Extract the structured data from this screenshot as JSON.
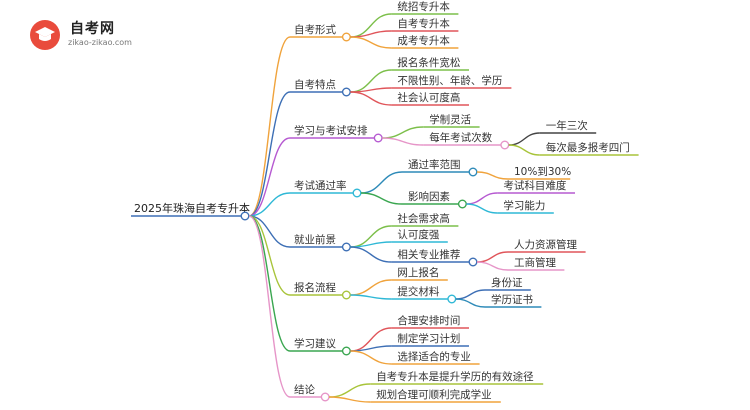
{
  "logo": {
    "name": "自考网",
    "domain": "zikao-zikao.com"
  },
  "root": "2025年珠海自考专升本",
  "branches": [
    {
      "label": "自考形式",
      "color": "#f0a33c",
      "children": [
        {
          "label": "统招专升本",
          "color": "#7cbf4a"
        },
        {
          "label": "自考专升本",
          "color": "#e0555a"
        },
        {
          "label": "成考专升本",
          "color": "#f0a33c"
        }
      ]
    },
    {
      "label": "自考特点",
      "color": "#3d6fb5",
      "children": [
        {
          "label": "报名条件宽松",
          "color": "#7cbf4a"
        },
        {
          "label": "不限性别、年龄、学历",
          "color": "#e0555a"
        },
        {
          "label": "社会认可度高",
          "color": "#e0555a"
        }
      ]
    },
    {
      "label": "学习与考试安排",
      "color": "#b65ad1",
      "children": [
        {
          "label": "学制灵活",
          "color": "#7cbf4a"
        },
        {
          "label": "每年考试次数",
          "color": "#e695c8",
          "children": [
            {
              "label": "一年三次",
              "color": "#444444"
            },
            {
              "label": "每次最多报考四门",
              "color": "#a8c43a"
            }
          ]
        }
      ]
    },
    {
      "label": "考试通过率",
      "color": "#2fb8d6",
      "children": [
        {
          "label": "通过率范围",
          "color": "#2d8ab8",
          "children": [
            {
              "label": "10%到30%",
              "color": "#f0a33c"
            }
          ]
        },
        {
          "label": "影响因素",
          "color": "#3aa650",
          "children": [
            {
              "label": "考试科目难度",
              "color": "#b65ad1"
            },
            {
              "label": "学习能力",
              "color": "#2fb8d6"
            }
          ]
        }
      ]
    },
    {
      "label": "就业前景",
      "color": "#3d6fb5",
      "children": [
        {
          "label": "社会需求高",
          "color": "#7cbf4a"
        },
        {
          "label": "认可度强",
          "color": "#2fb8d6"
        },
        {
          "label": "相关专业推荐",
          "color": "#3d6fb5",
          "children": [
            {
              "label": "人力资源管理",
              "color": "#e0555a"
            },
            {
              "label": "工商管理",
              "color": "#e695c8"
            }
          ]
        }
      ]
    },
    {
      "label": "报名流程",
      "color": "#a8c43a",
      "children": [
        {
          "label": "网上报名",
          "color": "#f0a33c"
        },
        {
          "label": "提交材料",
          "color": "#2fb8d6",
          "children": [
            {
              "label": "身份证",
              "color": "#3d6fb5"
            },
            {
              "label": "学历证书",
              "color": "#2d8ab8"
            }
          ]
        }
      ]
    },
    {
      "label": "学习建议",
      "color": "#3aa650",
      "children": [
        {
          "label": "合理安排时间",
          "color": "#e0555a"
        },
        {
          "label": "制定学习计划",
          "color": "#3d6fb5"
        },
        {
          "label": "选择适合的专业",
          "color": "#f0a33c"
        }
      ]
    },
    {
      "label": "结论",
      "color": "#e695c8",
      "children": [
        {
          "label": "自考专升本是提升学历的有效途径",
          "color": "#a8c43a"
        },
        {
          "label": "规划合理可顺利完成学业",
          "color": "#f0a33c"
        }
      ]
    }
  ]
}
